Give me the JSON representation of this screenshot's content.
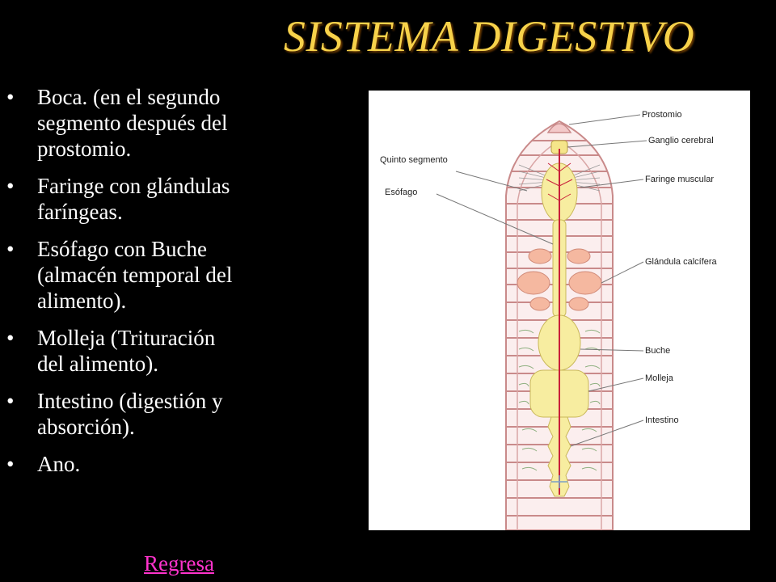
{
  "title": "SISTEMA DIGESTIVO",
  "bullets": [
    "Boca. (en el segundo  segmento después  del prostomio.",
    "Faringe  con glándulas faríngeas.",
    "Esófago con Buche (almacén temporal del alimento).",
    " Molleja (Trituración del alimento).",
    "Intestino (digestión y absorción).",
    "Ano."
  ],
  "bullet_glyph": "•",
  "back_link": "Regresa",
  "figure": {
    "labels": {
      "prostomio": "Prostomio",
      "ganglio": "Ganglio cerebral",
      "quinto": "Quinto segmento",
      "faringe": "Faringe muscular",
      "esofago": "Esófago",
      "glandula": "Glándula calcífera",
      "buche": "Buche",
      "molleja": "Molleja",
      "intestino": "Intestino"
    }
  },
  "colors": {
    "title": "#f7d24a",
    "text": "#ffffff",
    "link": "#ff33cc",
    "background": "#000000",
    "worm_outline": "#c98a8a",
    "gut": "#f7eda0",
    "vessel": "#c8203a"
  }
}
